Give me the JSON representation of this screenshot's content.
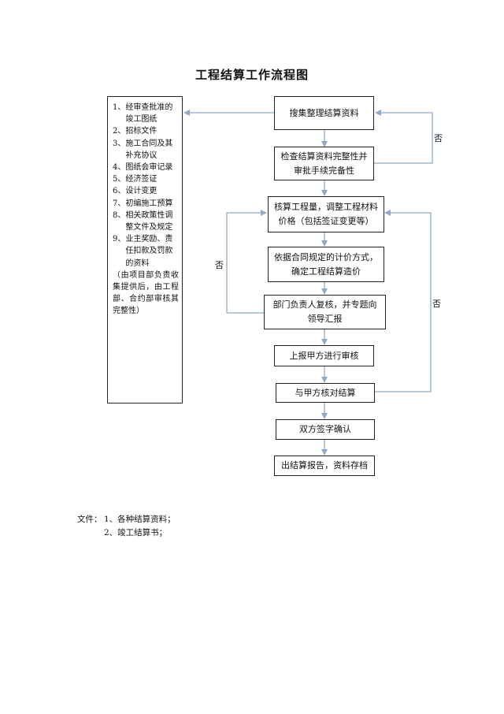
{
  "title": "工程结算工作流程图",
  "doc_list": {
    "items": [
      {
        "num": "1、",
        "text": "经审查批准的竣工图纸"
      },
      {
        "num": "2、",
        "text": "招标文件"
      },
      {
        "num": "3、",
        "text": "施工合同及其补充协议"
      },
      {
        "num": "4、",
        "text": "图纸会审记录"
      },
      {
        "num": "5、",
        "text": "经济签证"
      },
      {
        "num": "6、",
        "text": "设计变更"
      },
      {
        "num": "7、",
        "text": "初编施工预算"
      },
      {
        "num": "8、",
        "text": "相关政策性调整文件及规定"
      },
      {
        "num": "9、",
        "text": "业主奖励、责任扣款及罚款的资料"
      }
    ],
    "note": "（由项目部负责收集提供后，由工程部、合约部审核其完整性）"
  },
  "steps": [
    {
      "id": "collect",
      "text": "搜集整理结算资料"
    },
    {
      "id": "check",
      "text": "检查结算资料完整性并审批手续完备性"
    },
    {
      "id": "calc",
      "text": "核算工程量，调整工程材料价格（包括签证变更等）"
    },
    {
      "id": "price",
      "text": "依据合同规定的计价方式，确定工程结算造价"
    },
    {
      "id": "review",
      "text": "部门负责人复核，并专题向领导汇报"
    },
    {
      "id": "submit",
      "text": "上报甲方进行审核"
    },
    {
      "id": "reconcile",
      "text": "与甲方核对结算"
    },
    {
      "id": "sign",
      "text": "双方签字确认"
    },
    {
      "id": "report",
      "text": "出结算报告，资料存档"
    }
  ],
  "branch_labels": {
    "check_no": "否",
    "review_no": "否",
    "reconcile_no": "否"
  },
  "files": {
    "lead": "文件：",
    "items": [
      "1、各种结算资料；",
      "2、竣工结算书；"
    ]
  },
  "colors": {
    "arrow": "#8eaacb",
    "border": "#222222"
  }
}
